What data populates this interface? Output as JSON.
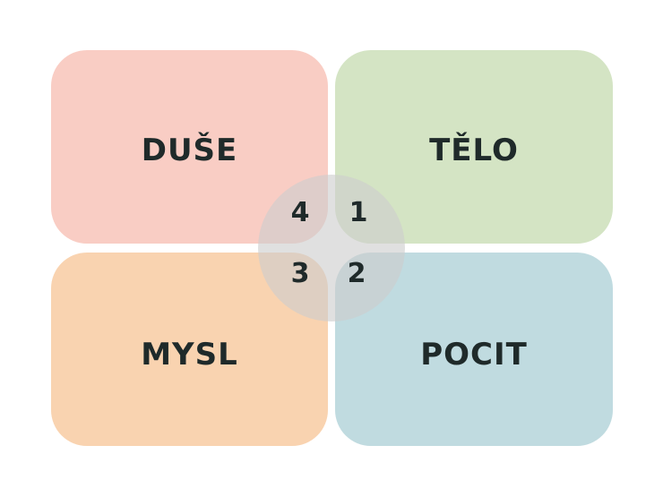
{
  "colors": {
    "duse": "#f9cdc4",
    "telo": "#d4e4c4",
    "mysl": "#f9d3b0",
    "pocit": "#c0dbe0"
  },
  "quadrants": {
    "duse": {
      "label": "DUŠE",
      "number": "4"
    },
    "telo": {
      "label": "TĚLO",
      "number": "1"
    },
    "mysl": {
      "label": "MYSL",
      "number": "3"
    },
    "pocit": {
      "label": "POCIT",
      "number": "2"
    }
  }
}
